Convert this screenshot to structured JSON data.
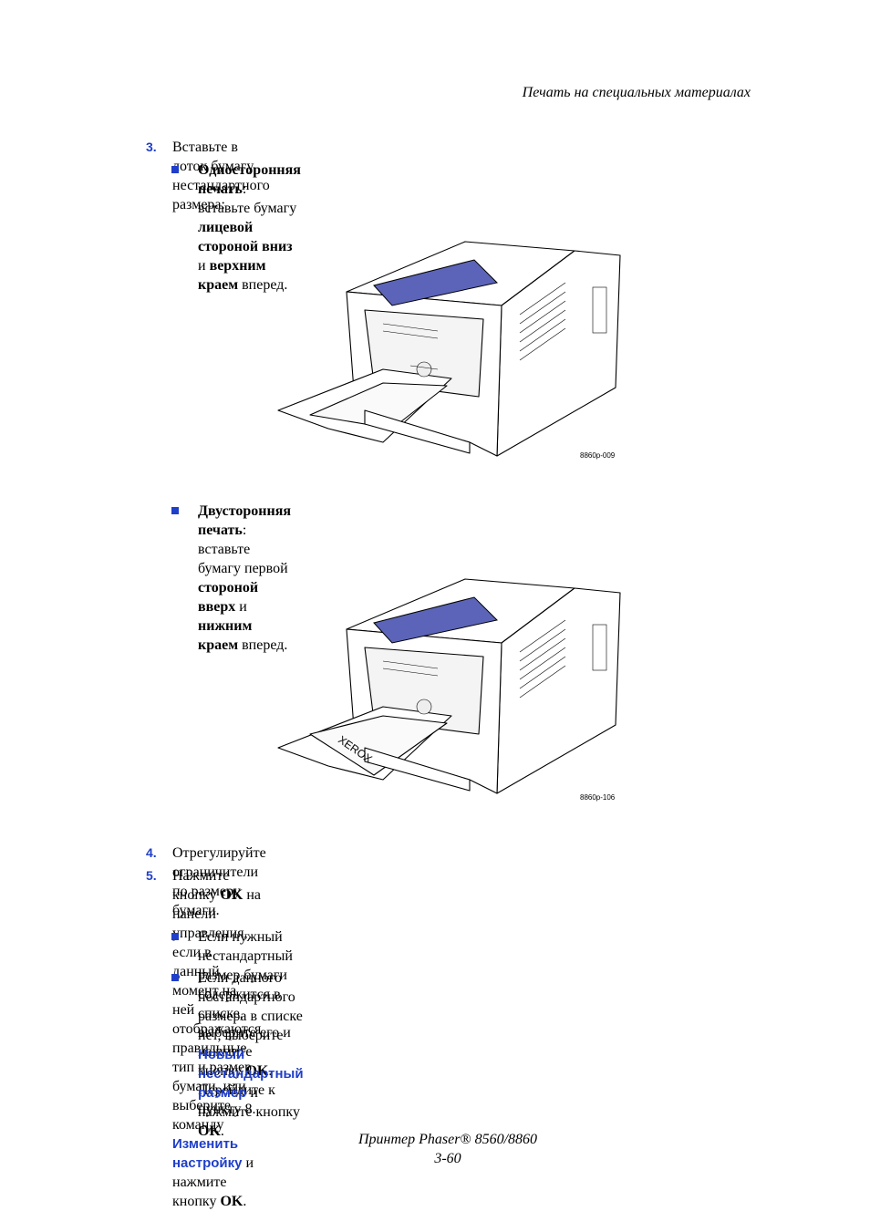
{
  "header": {
    "title": "Печать на специальных материалах"
  },
  "steps": {
    "step3": {
      "number": "3.",
      "text": "Вставьте в лоток бумагу нестандартного размера:"
    },
    "bullet1": {
      "line1": [
        {
          "t": "Односторонняя печать",
          "s": "b"
        },
        {
          "t": ": вставьте бумагу ",
          "s": ""
        },
        {
          "t": "лицевой стороной вниз",
          "s": "b"
        },
        {
          "t": " и ",
          "s": ""
        },
        {
          "t": "верхним",
          "s": "b"
        }
      ],
      "line2": [
        {
          "t": "краем",
          "s": "b"
        },
        {
          "t": " вперед.",
          "s": ""
        }
      ]
    },
    "figure1": {
      "code": "8860p-009"
    },
    "bullet2": {
      "line1": [
        {
          "t": "Двусторонняя печать",
          "s": "b"
        },
        {
          "t": ": вставьте бумагу первой ",
          "s": ""
        },
        {
          "t": "стороной вверх",
          "s": "b"
        },
        {
          "t": " и ",
          "s": ""
        },
        {
          "t": "нижним",
          "s": "b"
        }
      ],
      "line2": [
        {
          "t": "краем",
          "s": "b"
        },
        {
          "t": " вперед.",
          "s": ""
        }
      ]
    },
    "figure2": {
      "code": "8860p-106",
      "paper_brand": "XEROX"
    },
    "step4": {
      "number": "4.",
      "text": "Отрегулируйте ограничители по размеру бумаги."
    },
    "step5": {
      "number": "5.",
      "line1": [
        {
          "t": "Нажмите кнопку ",
          "s": ""
        },
        {
          "t": "OK",
          "s": "b"
        },
        {
          "t": " на панели управления, если в данный момент на ней",
          "s": ""
        }
      ],
      "line2": [
        {
          "t": "отображаются правильные тип и размер бумаги, или выберите команду",
          "s": ""
        }
      ],
      "line3": [
        {
          "t": "Изменить настройку",
          "s": "ui"
        },
        {
          "t": " и нажмите кнопку ",
          "s": ""
        },
        {
          "t": "OK",
          "s": "b"
        },
        {
          "t": ".",
          "s": ""
        }
      ]
    },
    "bullet3": {
      "line1": [
        {
          "t": "Если нужный нестандартный размер бумаги содержится в списке,",
          "s": ""
        }
      ],
      "line2": [
        {
          "t": "выберите его и нажмите кнопку ",
          "s": ""
        },
        {
          "t": "OK",
          "s": "b"
        },
        {
          "t": ". Перейдите к пункту 8.",
          "s": ""
        }
      ]
    },
    "bullet4": {
      "line1": [
        {
          "t": "Если данного нестандартного размера в списке нет, выберите",
          "s": ""
        }
      ],
      "line2": [
        {
          "t": "Новый нестандартный размер",
          "s": "ui"
        },
        {
          "t": " и нажмите кнопку ",
          "s": ""
        },
        {
          "t": "OK",
          "s": "b"
        },
        {
          "t": ".",
          "s": ""
        }
      ]
    }
  },
  "footer": {
    "product": "Принтер Phaser® 8560/8860",
    "page": "3-60"
  },
  "colors": {
    "accent": "#1f3ec9",
    "panel": "#5b64b8"
  }
}
